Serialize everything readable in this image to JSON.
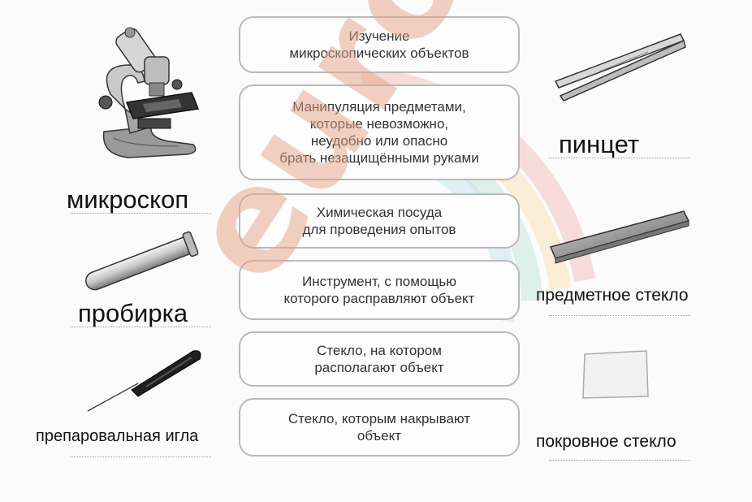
{
  "watermark": "euroki",
  "boxes": [
    "Изучение\nмикроскопических объектов",
    "Манипуляция предметами,\nкоторые невозможно,\nнеудобно или опасно\nбрать незащищёнными руками",
    "Химическая посуда\nдля проведения опытов",
    "Инструмент, с помощью\nкоторого расправляют объект",
    "Стекло, на котором\nрасполагают объект",
    "Стекло, которым накрывают\nобъект"
  ],
  "labels": {
    "microscope": "микроскоп",
    "test_tube": "пробирка",
    "needle": "препаровальная  игла",
    "tweezers": "пинцет",
    "slide": "предметное  стекло",
    "cover_glass": "покровное  стекло"
  },
  "images": [
    "microscope-icon",
    "test-tube-icon",
    "dissecting-needle-icon",
    "tweezers-icon",
    "glass-slide-icon",
    "cover-glass-icon"
  ]
}
